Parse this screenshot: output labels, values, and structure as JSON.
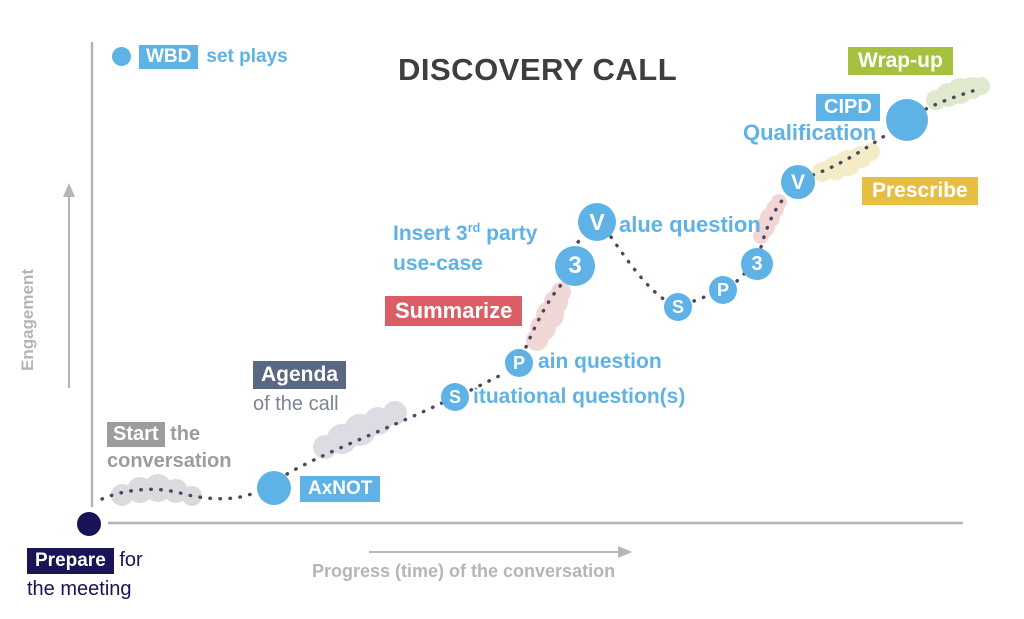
{
  "title": "DISCOVERY CALL",
  "legend": {
    "badge": "WBD",
    "text": "set plays"
  },
  "axes": {
    "y_label": "Engagement",
    "x_label": "Progress (time) of the conversation"
  },
  "stages": {
    "prepare": {
      "box": "Prepare",
      "inline": " for",
      "line2": "the meeting"
    },
    "start": {
      "box": "Start",
      "inline": " the",
      "line2": "conversation"
    },
    "agenda": {
      "box": "Agenda",
      "line2": "of the call"
    },
    "axnot": {
      "box": "AxNOT"
    },
    "situational": {
      "letter": "S",
      "text": "ituational question(s)"
    },
    "pain": {
      "letter": "P",
      "text": "ain question"
    },
    "summarize": {
      "box": "Summarize"
    },
    "insert_use_case": {
      "line1_a": "Insert 3",
      "sup": "rd",
      "line1_b": " party",
      "line2": "use-case"
    },
    "value": {
      "letter": "V",
      "text": "alue question"
    },
    "insert_node": {
      "letter": "3"
    },
    "repeat_nodes": {
      "s": "S",
      "p": "P",
      "three": "3",
      "v": "V"
    },
    "cipd": {
      "box": "CIPD",
      "line2": "Qualification"
    },
    "wrap_up": {
      "box": "Wrap-up"
    },
    "prescribe": {
      "box": "Prescribe"
    }
  },
  "colors": {
    "blue": "#5FB2E5",
    "navy": "#191456",
    "gray_label": "#9C9C9C",
    "slate": "#5A6780",
    "slate_text": "#7D8591",
    "red": "#DB5E66",
    "green": "#A6C13D",
    "yellow": "#E6BE41",
    "axis_gray": "#B4B4B4",
    "title_gray": "#3E3E3E",
    "path_dot": "#4B4760",
    "cloud_gray": "#DBDDE2",
    "cloud_pink": "#F0D6D4",
    "cloud_cream": "#F4EBC7",
    "cloud_green": "#E0E9CE"
  }
}
